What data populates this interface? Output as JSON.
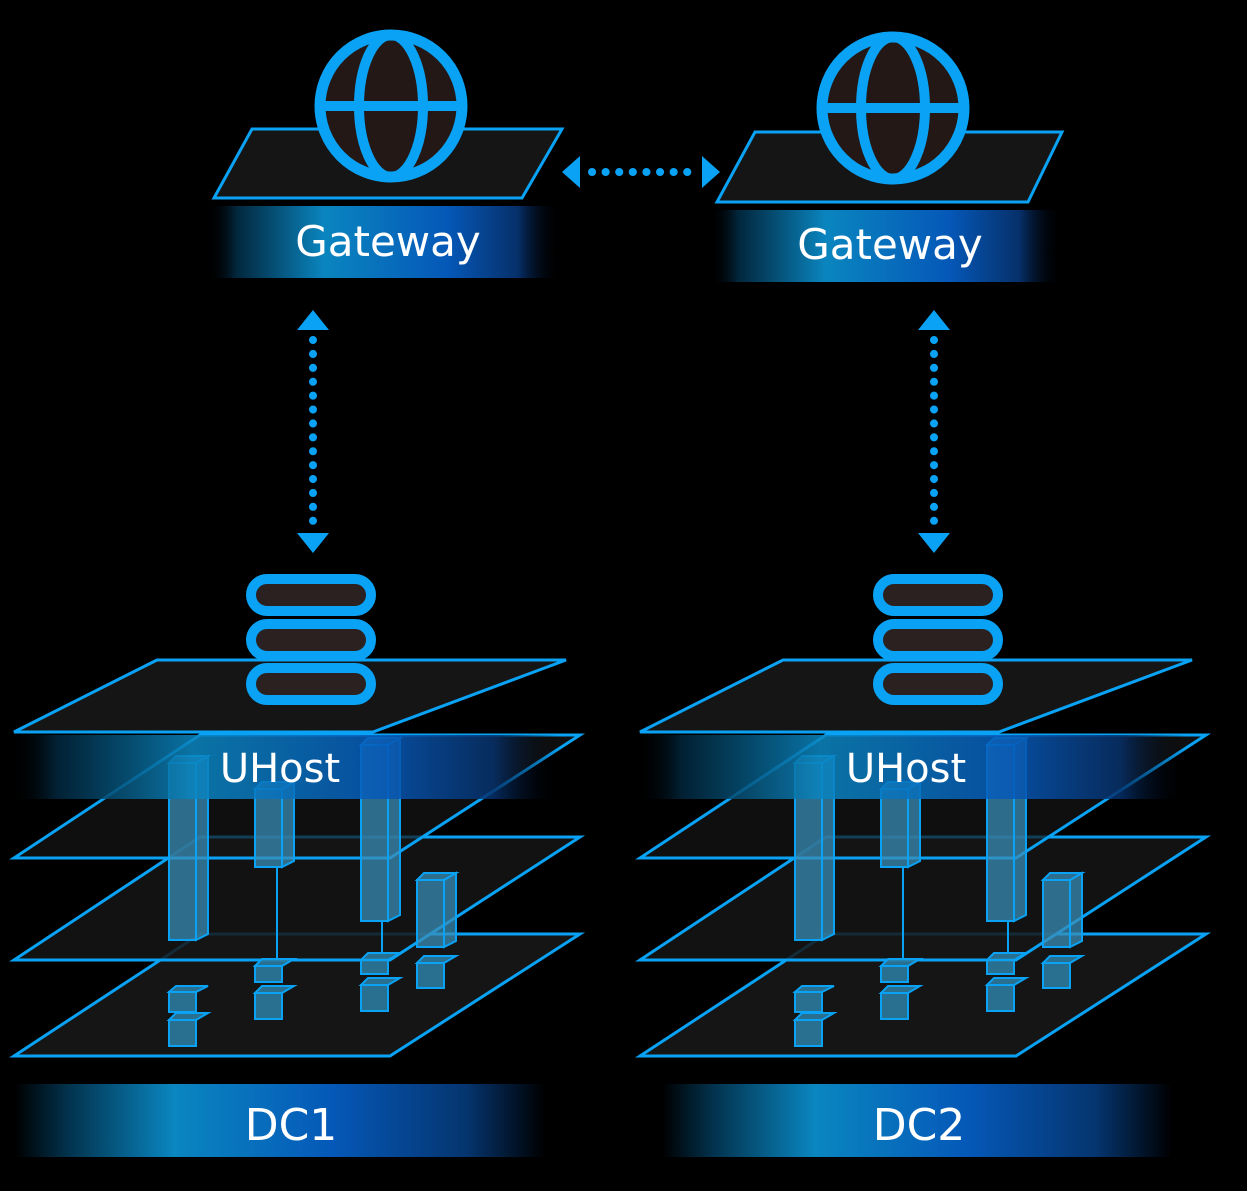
{
  "diagram": {
    "title": "",
    "colors": {
      "accent": "#0aa2f5",
      "plane_fill": "#151515",
      "globe_fill": "#231815",
      "server_slot_fill": "#2b2121",
      "box_fill": "#2b7fa6",
      "background": "#000000"
    },
    "gateways": [
      {
        "label": "Gateway",
        "icon": "globe-icon"
      },
      {
        "label": "Gateway",
        "icon": "globe-icon"
      }
    ],
    "datacenters": [
      {
        "label": "DC1",
        "host_label": "UHost",
        "icon": "server-stack-icon"
      },
      {
        "label": "DC2",
        "host_label": "UHost",
        "icon": "server-stack-icon"
      }
    ],
    "connections": [
      {
        "from": "Gateway 1",
        "to": "Gateway 2",
        "style": "dotted-bidirectional"
      },
      {
        "from": "Gateway 1",
        "to": "DC1",
        "style": "dotted-bidirectional"
      },
      {
        "from": "Gateway 2",
        "to": "DC2",
        "style": "dotted-bidirectional"
      }
    ]
  }
}
